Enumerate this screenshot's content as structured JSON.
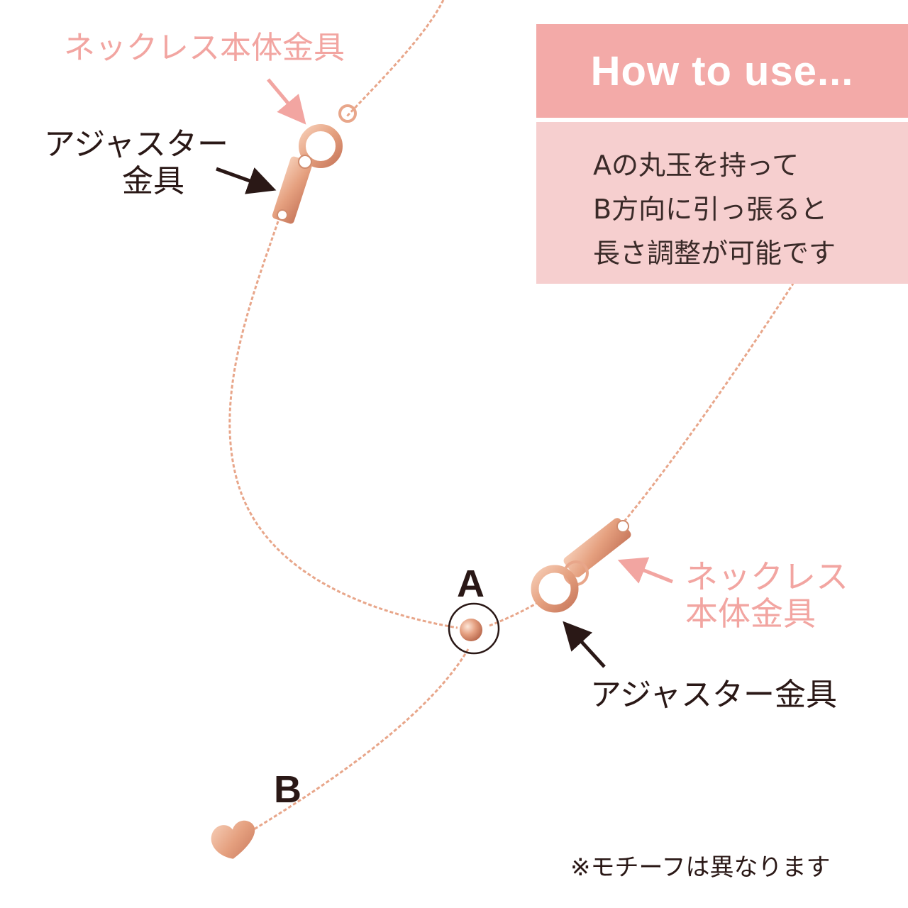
{
  "info_panel": {
    "title": "How to use...",
    "lines": [
      "Aの丸玉を持って",
      "B方向に引っ張ると",
      "長さ調整が可能です"
    ]
  },
  "labels": {
    "top_necklace_clasp": "ネックレス本体金具",
    "top_adjuster_line1": "アジャスター",
    "top_adjuster_line2": "金具",
    "right_necklace_line1": "ネックレス",
    "right_necklace_line2": "本体金具",
    "bottom_adjuster": "アジャスター金具",
    "point_a": "A",
    "point_b": "B",
    "note": "※モチーフは異なります"
  },
  "colors": {
    "background": "#ffffff",
    "panel_header": "#f3aaa8",
    "panel_body": "#f6cfcf",
    "label_pink": "#f2a5a1",
    "label_dark": "#2a1816",
    "chain_rose_gold": "#e8a68a"
  }
}
